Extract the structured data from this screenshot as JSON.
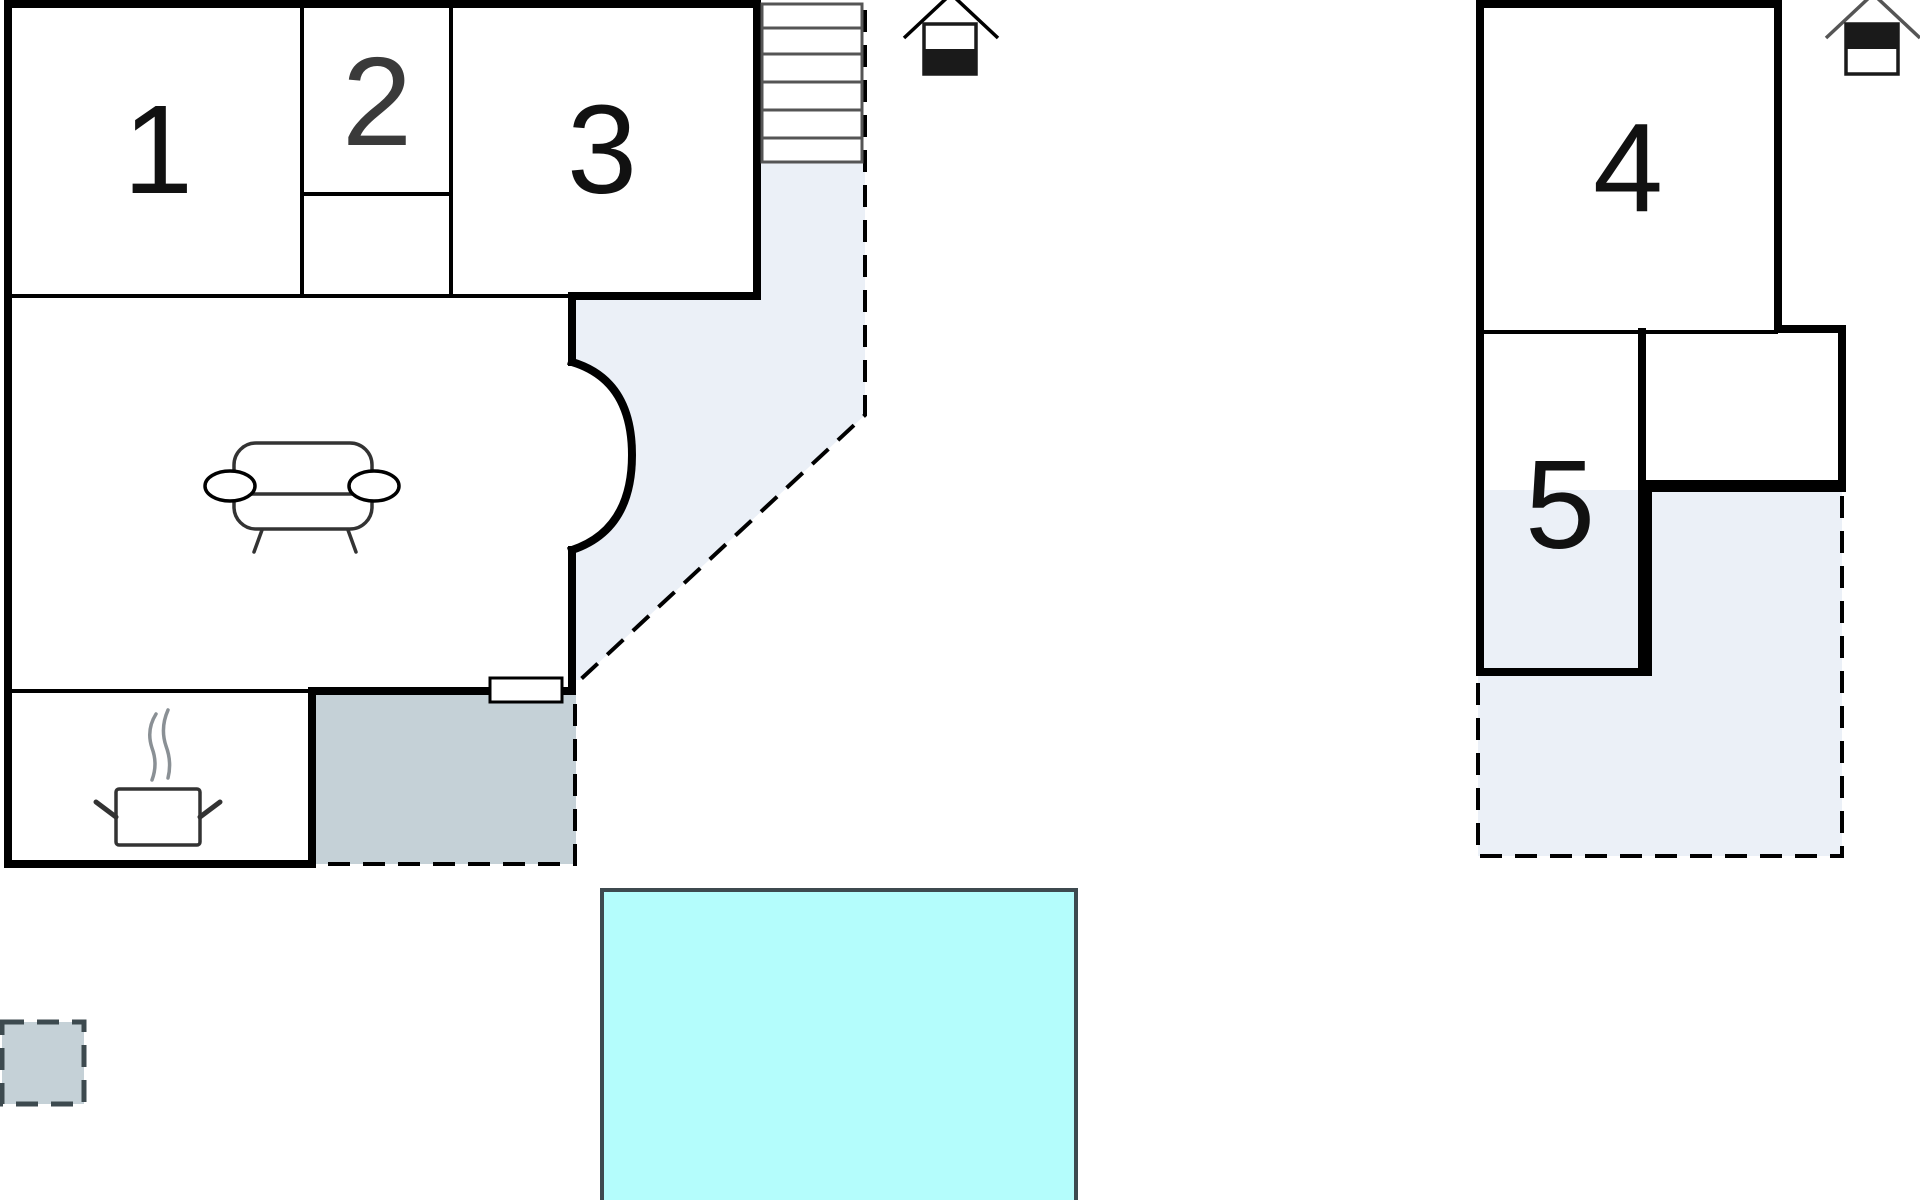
{
  "rooms": [
    {
      "id": "bedroom-1",
      "number": "1"
    },
    {
      "id": "bedroom-2",
      "number": "2"
    },
    {
      "id": "bedroom-3",
      "number": "3"
    },
    {
      "id": "bedroom-4",
      "number": "4"
    },
    {
      "id": "bedroom-5",
      "number": "5"
    }
  ],
  "icons": {
    "living_room": "sofa-icon",
    "kitchen": "cooking-pot-icon",
    "house_a_floor": "ground-floor-house-icon",
    "house_b_floor": "upper-floor-house-icon",
    "stairs": "staircase-icon"
  },
  "colors": {
    "wall": "#000000",
    "terrace": "#ebf0f7",
    "covered_area": "#c5d1d7",
    "pool": "#b4fdfc",
    "pool_edge": "#3d4a4f"
  }
}
